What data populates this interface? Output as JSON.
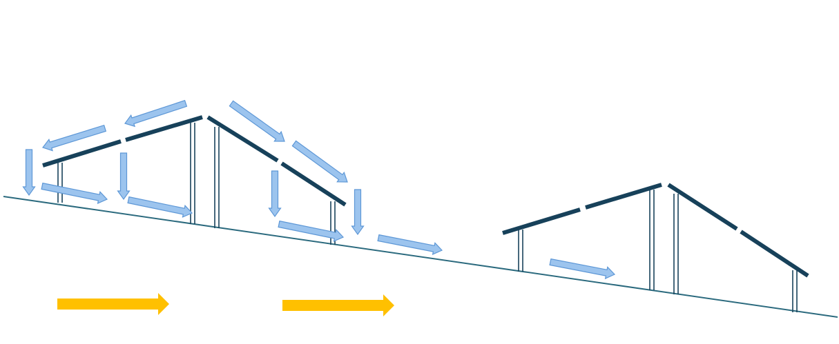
{
  "colors": {
    "background": "#ffffff",
    "ground": "#2b6a7e",
    "panel": "#17415a",
    "post": "#17415a",
    "flow_arrow_fill": "#9cc4ee",
    "flow_arrow_stroke": "#5d97d6",
    "wind_arrow": "#ffc000"
  },
  "icons": {
    "flow_arrow": "arrow-right-icon",
    "wind_arrow": "arrow-right-icon"
  },
  "structures": [
    {
      "name": "left-array",
      "panels": 4,
      "posts": 4
    },
    {
      "name": "right-array",
      "panels": 4,
      "posts": 4
    }
  ]
}
